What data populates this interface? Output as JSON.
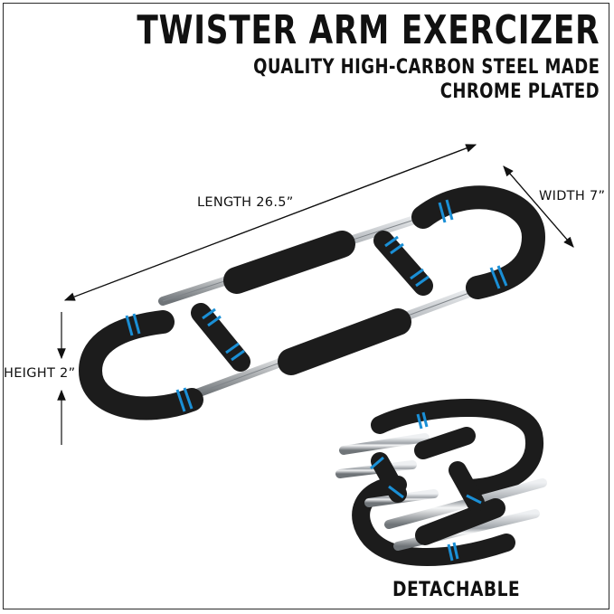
{
  "header": {
    "title": "TWISTER ARM EXERCIZER",
    "subtitle_line1": "QUALITY HIGH-CARBON STEEL MADE",
    "subtitle_line2": "CHROME PLATED"
  },
  "dimensions": {
    "length": "LENGTH 26.5”",
    "width": "WIDTH 7”",
    "height": "HEIGHT 2”"
  },
  "caption": "DETACHABLE",
  "colors": {
    "foam": "#1c1c1c",
    "accent_blue": "#1a8fd6",
    "chrome": "#c9ccd0",
    "text": "#111111"
  }
}
